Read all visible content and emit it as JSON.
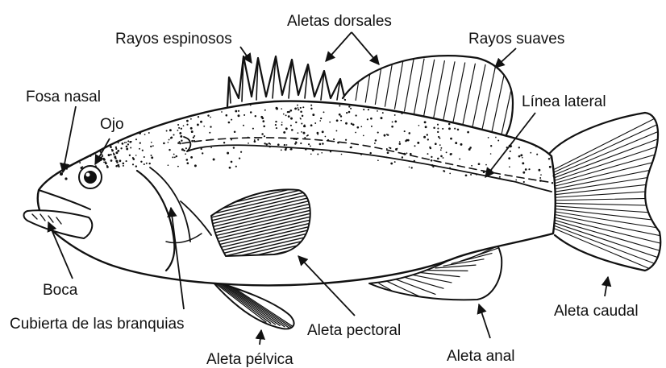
{
  "labels": {
    "dorsal_fins": "Aletas dorsales",
    "spiny_rays": "Rayos espinosos",
    "soft_rays": "Rayos suaves",
    "nostril": "Fosa nasal",
    "eye": "Ojo",
    "lateral_line": "Línea lateral",
    "mouth": "Boca",
    "gill_cover": "Cubierta de las branquias",
    "pectoral_fin": "Aleta pectoral",
    "pelvic_fin": "Aleta pélvica",
    "anal_fin": "Aleta anal",
    "caudal_fin": "Aleta caudal"
  },
  "colors": {
    "ink": "#111111",
    "paper": "#ffffff"
  }
}
